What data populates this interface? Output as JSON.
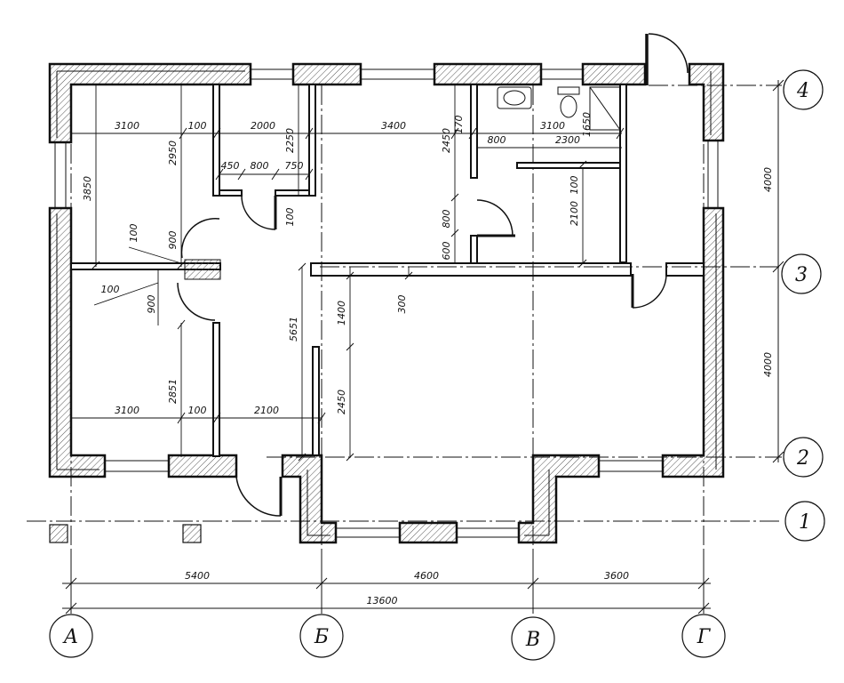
{
  "plan": {
    "axes_letters": [
      "А",
      "Б",
      "В",
      "Г"
    ],
    "axes_numbers": [
      "1",
      "2",
      "3",
      "4"
    ],
    "overall_dims": {
      "d5400": "5400",
      "d4600": "4600",
      "d3600": "3600",
      "d13600": "13600"
    },
    "right_dims": {
      "upper": "4000",
      "lower": "4000"
    },
    "dims": {
      "d3100a": "3100",
      "d100a": "100",
      "d2000": "2000",
      "d3400": "3400",
      "d170": "170",
      "d3100b": "3100",
      "d1650": "1650",
      "d2300": "2300",
      "d800a": "800",
      "d3850": "3850",
      "d2950": "2950",
      "d2250": "2250",
      "d2450a": "2450",
      "d450": "450",
      "d800b": "800",
      "d750": "750",
      "d100b": "100",
      "d900a": "900",
      "d100c": "100",
      "d800c": "800",
      "d600": "600",
      "d2100a": "2100",
      "d100d": "100",
      "d100e": "100",
      "d900b": "900",
      "d300": "300",
      "d1400": "1400",
      "d5651": "5651",
      "d2450b": "2450",
      "d2851": "2851",
      "d3100c": "3100",
      "d100f": "100",
      "d2100b": "2100"
    },
    "colors": {
      "ink": "#111111",
      "hatch": "#555555",
      "bg": "#ffffff"
    }
  }
}
